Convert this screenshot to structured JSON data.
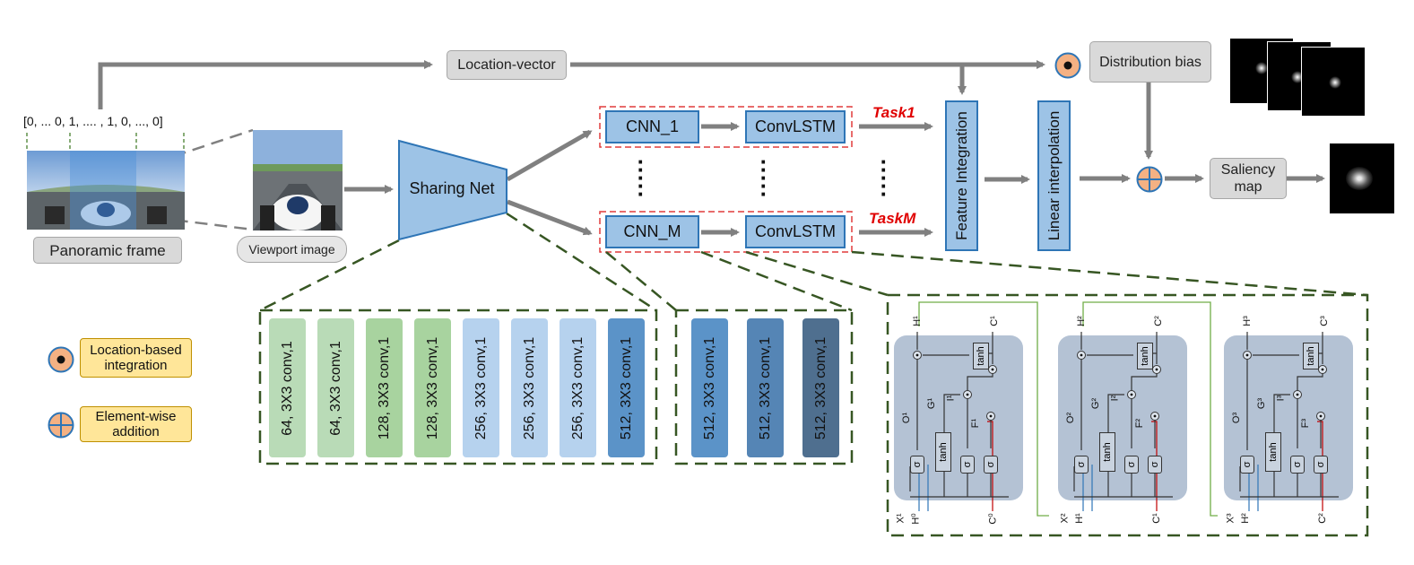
{
  "location_vector_label": "Location-vector",
  "one_hot_vector": "[0, ... 0, 1,  ....  , 1, 0, ..., 0]",
  "panoramic_frame_label": "Panoramic frame",
  "viewport_image_label": "Viewport image",
  "sharing_net_label": "Sharing Net",
  "branches": [
    {
      "cnn": "CNN_1",
      "convlstm": "ConvLSTM",
      "task": "Task1"
    },
    {
      "cnn": "CNN_M",
      "convlstm": "ConvLSTM",
      "task": "TaskM"
    }
  ],
  "feature_integration_label": "Feature Integration",
  "linear_interpolation_label": "Linear interpolation",
  "distribution_bias_label": "Distribution bias",
  "saliency_map_label": "Saliency map",
  "sharing_layers": [
    {
      "label": "64, 3X3 conv,1",
      "color": "#b9dbb7"
    },
    {
      "label": "64, 3X3 conv,1",
      "color": "#b9dbb7"
    },
    {
      "label": "128, 3X3 conv,1",
      "color": "#a8d39f"
    },
    {
      "label": "128, 3X3 conv,1",
      "color": "#a8d39f"
    },
    {
      "label": "256, 3X3 conv,1",
      "color": "#b6d2ee"
    },
    {
      "label": "256, 3X3 conv,1",
      "color": "#b6d2ee"
    },
    {
      "label": "256, 3X3 conv,1",
      "color": "#b6d2ee"
    },
    {
      "label": "512, 3X3 conv,1",
      "color": "#5b93c8"
    }
  ],
  "cnn_layers": [
    {
      "label": "512, 3X3 conv,1",
      "color": "#5b93c8"
    },
    {
      "label": "512, 3X3 conv,1",
      "color": "#5585b5"
    },
    {
      "label": "512, 3X3 conv,1",
      "color": "#4f6f8f"
    }
  ],
  "legend": {
    "location_integration": "Location-based integration",
    "element_addition": "Element-wise addition"
  },
  "lstm_labels": {
    "tanh": "tanh",
    "sigma": "σ",
    "cells": [
      {
        "h_out": "H¹",
        "c_out": "C¹",
        "x_in": "X¹",
        "h_in": "H⁰",
        "c_in": "C⁰",
        "o": "O¹",
        "g": "G¹",
        "i": "I¹",
        "f": "F¹"
      },
      {
        "h_out": "H²",
        "c_out": "C²",
        "x_in": "X²",
        "h_in": "H¹",
        "c_in": "C¹",
        "o": "O²",
        "g": "G²",
        "i": "I²",
        "f": "F²"
      },
      {
        "h_out": "H³",
        "c_out": "C³",
        "x_in": "X³",
        "h_in": "H²",
        "c_in": "C²",
        "o": "O³",
        "g": "G³",
        "i": "I³",
        "f": "F³"
      }
    ]
  }
}
